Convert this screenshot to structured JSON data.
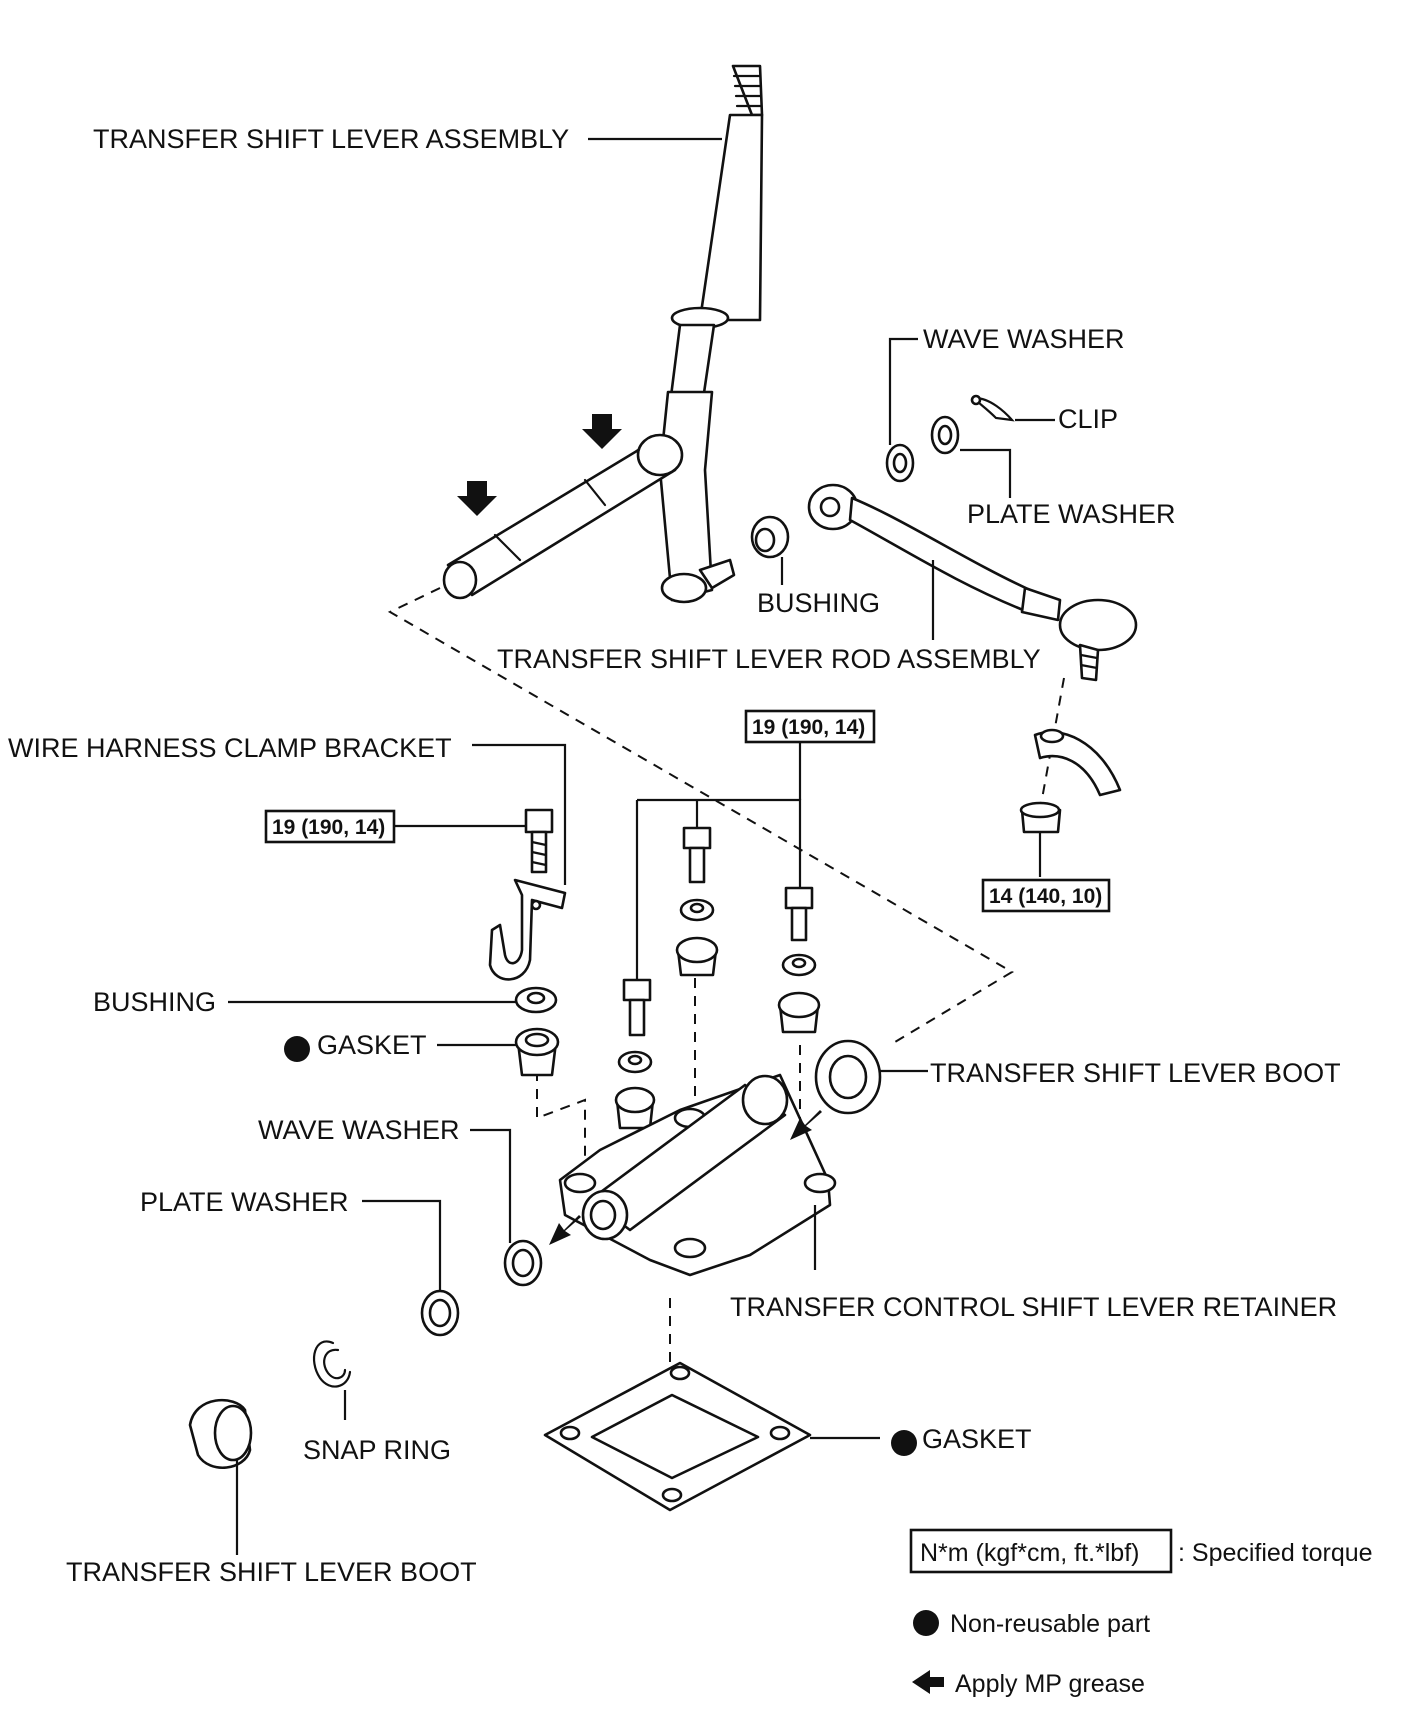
{
  "labels": {
    "lever_assembly": "TRANSFER SHIFT LEVER ASSEMBLY",
    "wave_washer_top": "WAVE WASHER",
    "clip": "CLIP",
    "plate_washer_top": "PLATE WASHER",
    "bushing_top": "BUSHING",
    "rod_assembly": "TRANSFER SHIFT LEVER ROD ASSEMBLY",
    "wire_harness": "WIRE HARNESS CLAMP BRACKET",
    "bushing_left": "BUSHING",
    "gasket_left": "GASKET",
    "boot_right": "TRANSFER SHIFT LEVER BOOT",
    "wave_washer_left": "WAVE WASHER",
    "plate_washer_left": "PLATE WASHER",
    "retainer": "TRANSFER CONTROL SHIFT LEVER RETAINER",
    "snap_ring": "SNAP RING",
    "gasket_bottom": "GASKET",
    "boot_bottom": "TRANSFER SHIFT LEVER BOOT"
  },
  "torques": {
    "bracket_bolt": "19 (190, 14)",
    "retainer_bolts": "19 (190, 14)",
    "rod_nut": "14 (140, 10)"
  },
  "legend": {
    "torque_box": "N*m (kgf*cm, ft.*lbf)",
    "torque_text": ": Specified torque",
    "non_reusable": "Non-reusable part",
    "grease": "Apply MP grease"
  }
}
